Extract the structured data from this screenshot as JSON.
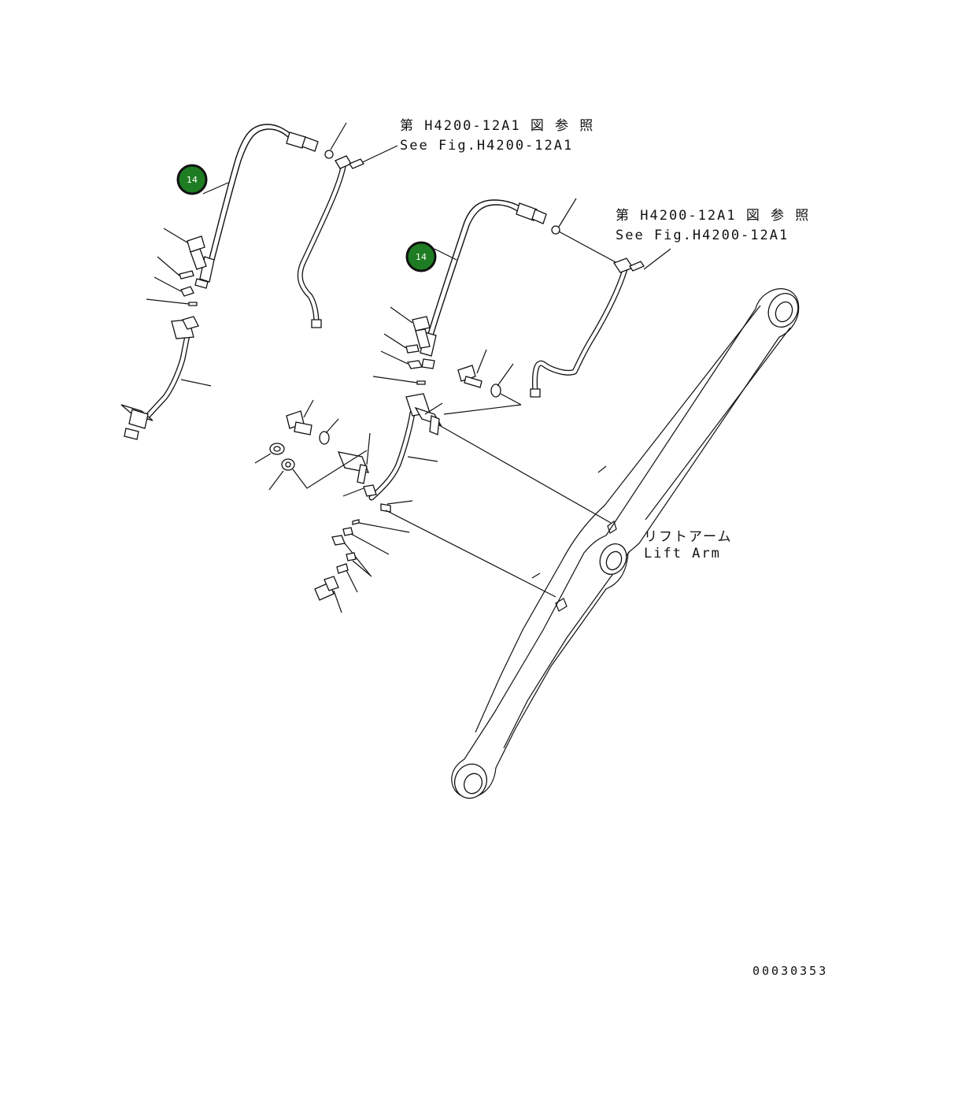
{
  "diagram": {
    "references": [
      {
        "jp": "第 H4200-12A1 図 参 照",
        "en": "See Fig.H4200-12A1"
      },
      {
        "jp": "第 H4200-12A1 図 参 照",
        "en": "See Fig.H4200-12A1"
      }
    ],
    "lift_arm": {
      "jp": "リフトアーム",
      "en": "Lift Arm"
    },
    "callouts": [
      {
        "label": "14",
        "color": "#1e7d22"
      },
      {
        "label": "14",
        "color": "#1e7d22"
      }
    ],
    "drawing_number": "00030353"
  }
}
